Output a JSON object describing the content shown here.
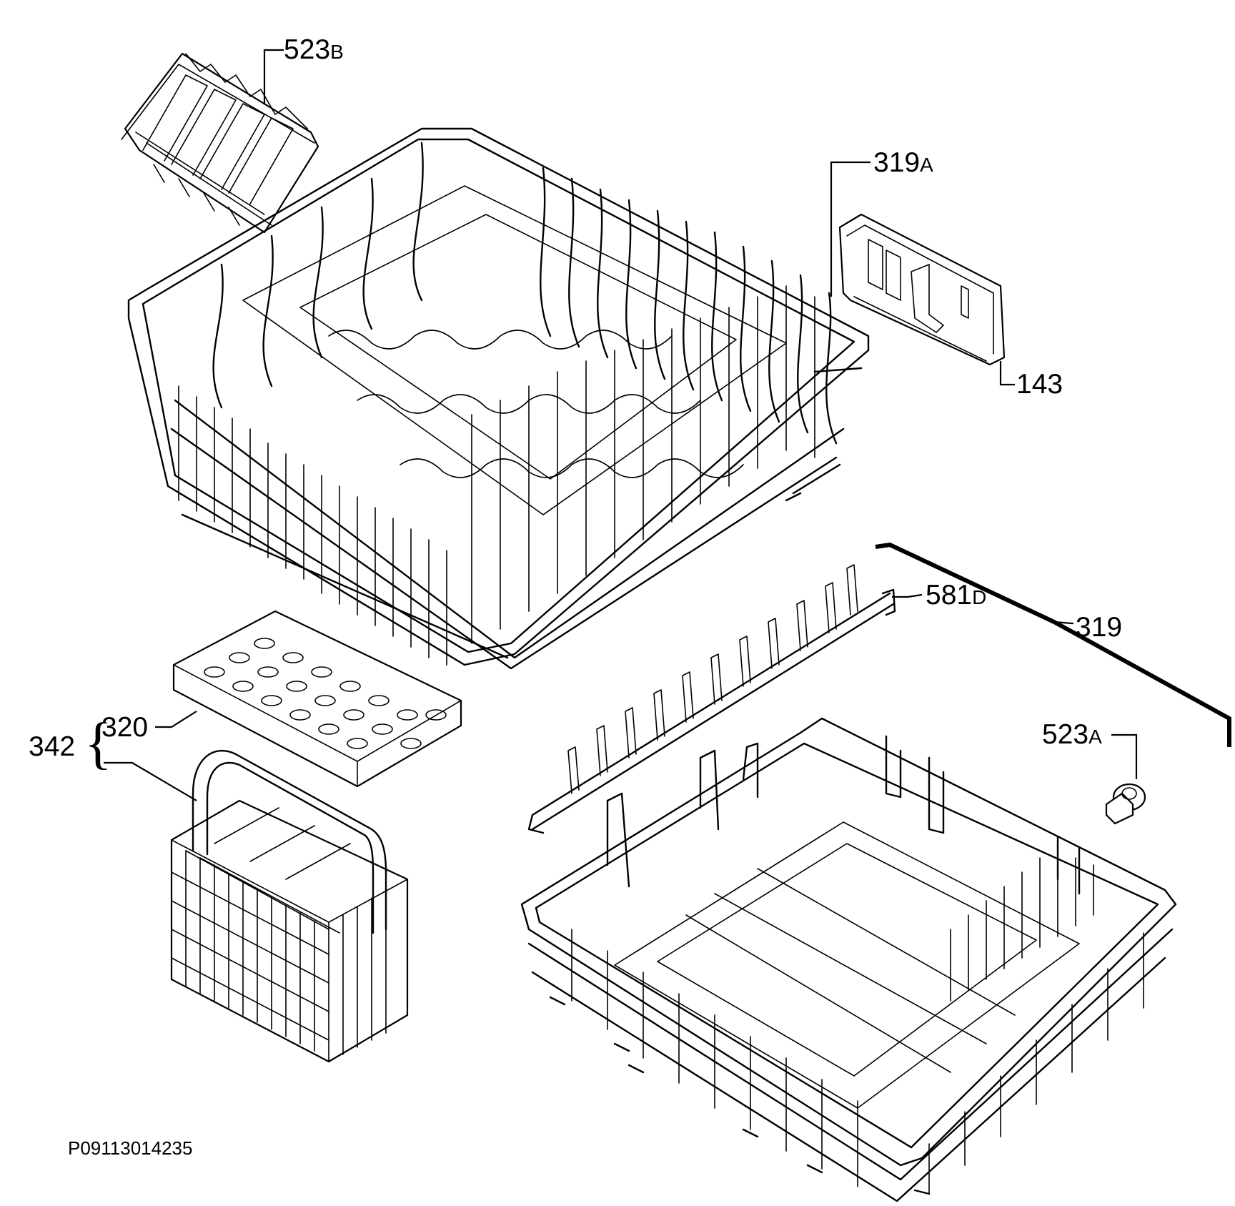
{
  "diagram": {
    "drawing_code": "P09113014235",
    "callouts": [
      {
        "id": "523B",
        "number": "523",
        "suffix": "B"
      },
      {
        "id": "319A",
        "number": "319",
        "suffix": "A"
      },
      {
        "id": "143",
        "number": "143",
        "suffix": ""
      },
      {
        "id": "581D",
        "number": "581",
        "suffix": "D"
      },
      {
        "id": "319",
        "number": "319",
        "suffix": ""
      },
      {
        "id": "523A",
        "number": "523",
        "suffix": "A"
      },
      {
        "id": "320",
        "number": "320",
        "suffix": ""
      },
      {
        "id": "342",
        "number": "342",
        "suffix": ""
      }
    ],
    "group_brace": "{"
  }
}
